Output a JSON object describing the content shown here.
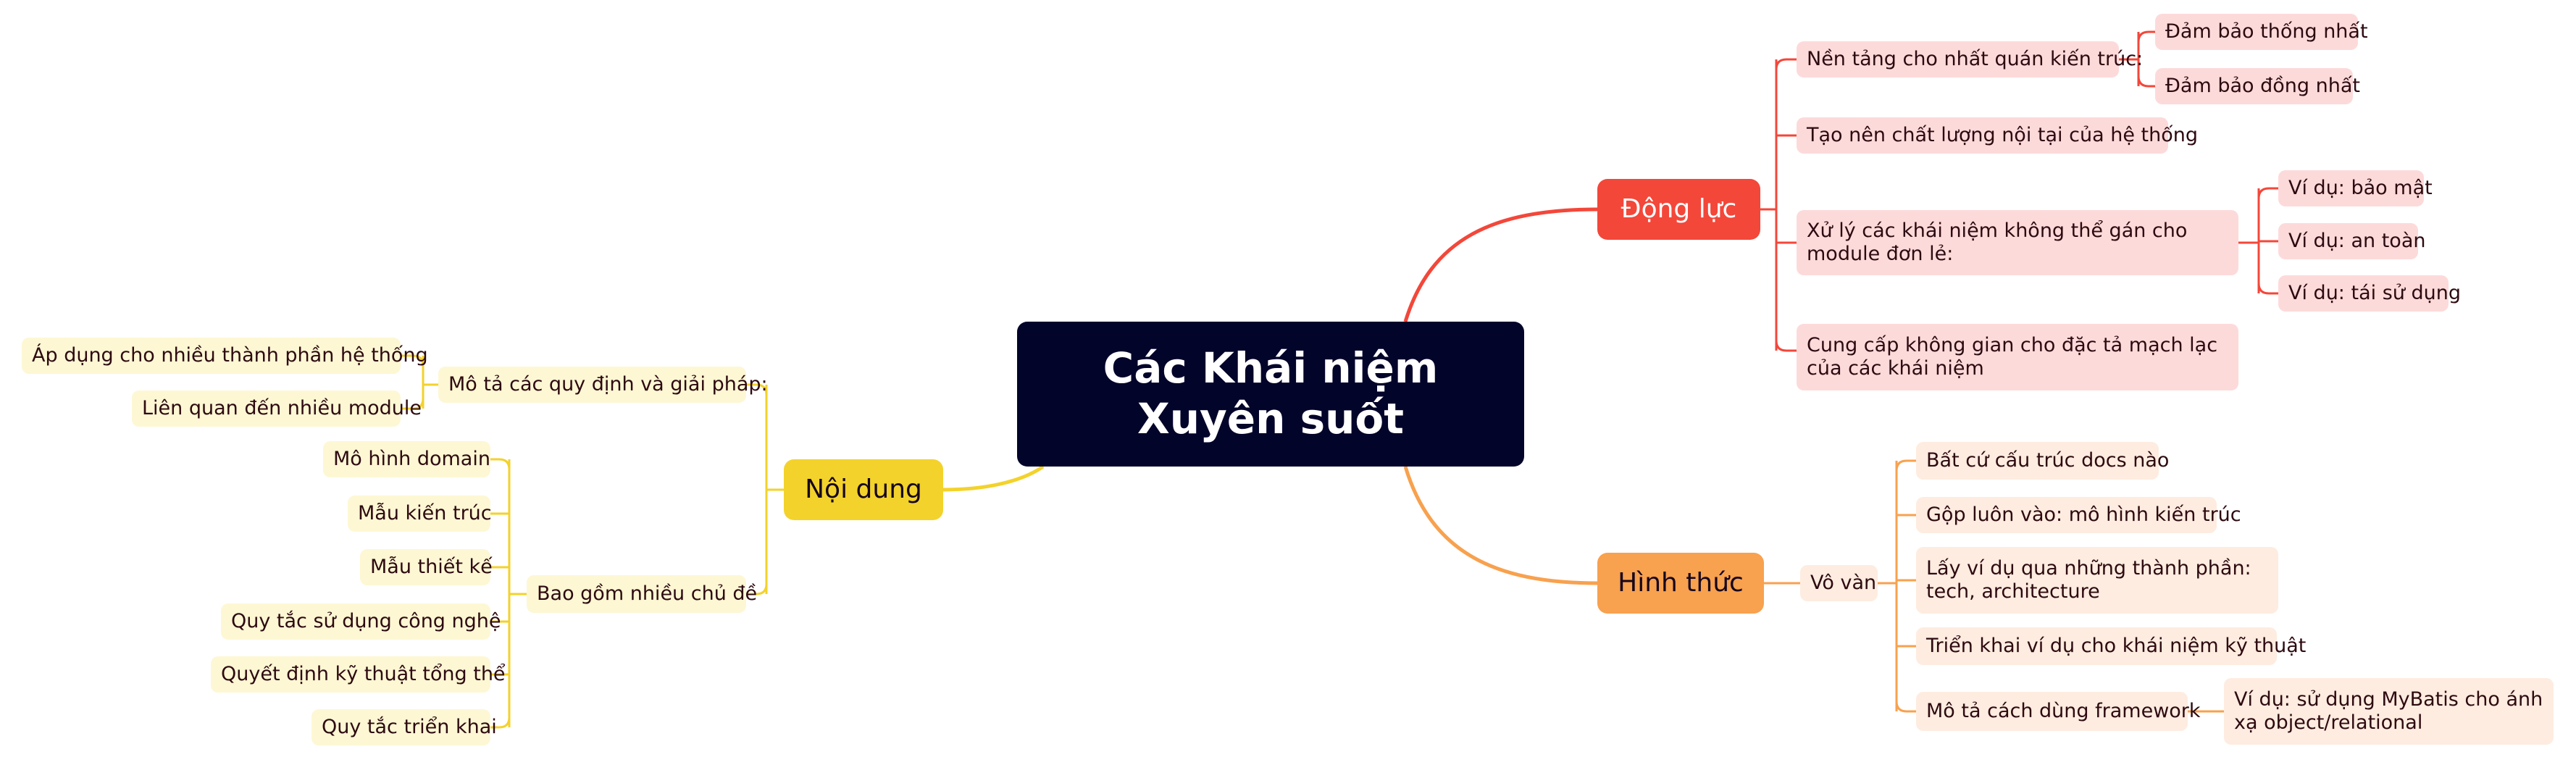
{
  "central_topic": "Các Khái niệm Xuyên suốt",
  "colors": {
    "central": "#03042a",
    "motivation": "#f3473a",
    "form": "#f8a14e",
    "content": "#f3d22b"
  },
  "branches": {
    "motivation": {
      "label": "Động lực",
      "nen_tang": "Nền tảng cho nhất quán kiến trúc:",
      "nen_tang_children": [
        "Đảm bảo thống nhất",
        "Đảm bảo đồng nhất"
      ],
      "chat_luong": "Tạo nên chất lượng nội tại của hệ thống",
      "xu_ly": "Xử lý các khái niệm không thể gán cho module đơn lẻ:",
      "xu_ly_children": [
        "Ví dụ: bảo mật",
        "Ví dụ: an toàn",
        "Ví dụ: tái sử dụng"
      ],
      "khong_gian": "Cung cấp không gian cho đặc tả mạch lạc của các khái niệm"
    },
    "form": {
      "label": "Hình thức",
      "vo_van": "Vô vàn",
      "items": [
        "Bất cứ cấu trúc docs nào",
        "Gộp luôn vào: mô hình kiến trúc",
        "Lấy ví dụ qua những thành phần: tech, architecture",
        "Triển khai ví dụ cho khái niệm kỹ thuật",
        "Mô tả cách dùng framework"
      ],
      "framework_example": "Ví dụ: sử dụng MyBatis cho ánh xạ object/relational"
    },
    "content": {
      "label": "Nội dung",
      "mo_ta": "Mô tả các quy định và giải pháp:",
      "mo_ta_children": [
        "Áp dụng cho nhiều thành phần hệ thống",
        "Liên quan đến nhiều module"
      ],
      "bao_gom": "Bao gồm nhiều chủ đề",
      "bao_gom_children": [
        "Mô hình domain",
        "Mẫu kiến trúc",
        "Mẫu thiết kế",
        "Quy tắc sử dụng công nghệ",
        "Quyết định kỹ thuật tổng thể",
        "Quy tắc triển khai"
      ]
    }
  }
}
